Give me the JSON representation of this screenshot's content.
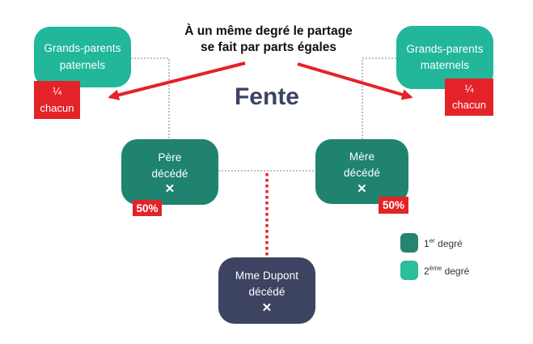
{
  "title": {
    "text": "Fente"
  },
  "annotation": {
    "line1": "À un même degré le partage",
    "line2": "se fait par parts égales"
  },
  "nodes": {
    "gp_paternal": {
      "line1": "Grands-parents",
      "line2": "paternels"
    },
    "gp_maternal": {
      "line1": "Grands-parents",
      "line2": "maternels"
    },
    "father": {
      "line1": "Père",
      "line2": "décédé",
      "deceased_mark": "✕"
    },
    "mother": {
      "line1": "Mère",
      "line2": "décédé",
      "deceased_mark": "✕"
    },
    "subject": {
      "line1": "Mme Dupont",
      "line2": "décédé",
      "deceased_mark": "✕"
    }
  },
  "badges": {
    "gp_paternal": {
      "line1": "¼",
      "line2": "chacun"
    },
    "gp_maternal": {
      "line1": "¼",
      "line2": "chacun"
    },
    "father": "50%",
    "mother": "50%"
  },
  "legend": {
    "items": [
      {
        "base": "1",
        "sup": "er",
        "rest": " degré",
        "color": "#258570"
      },
      {
        "base": "2",
        "sup": "ème",
        "rest": " degré",
        "color": "#2cbd9d"
      }
    ]
  },
  "colors": {
    "first_degree": "#1f8370",
    "second_degree": "#22b69b",
    "deceased_subject": "#3d4462",
    "share_badge": "#e42329",
    "arrow": "#e42329",
    "title_text": "#3d4462",
    "connector": "#9a9a9a"
  }
}
